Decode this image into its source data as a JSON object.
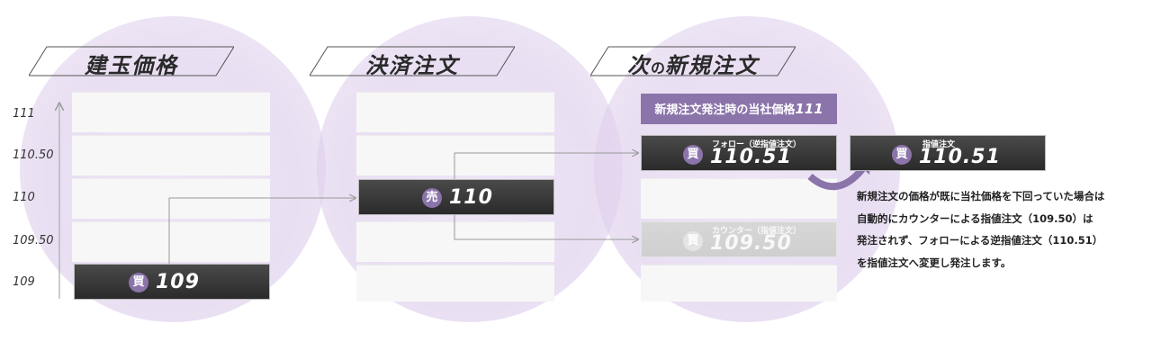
{
  "sections": [
    {
      "title": "建玉価格"
    },
    {
      "title_prefix": "次",
      "title_particle": "の",
      "title_suffix": "新規注文"
    },
    {
      "title": "決済注文"
    }
  ],
  "y_axis": {
    "ticks": [
      "111",
      "110.50",
      "110",
      "109.50",
      "109"
    ]
  },
  "orders": {
    "position": {
      "badge": "買",
      "price": "109"
    },
    "settle": {
      "badge": "売",
      "price": "110"
    },
    "follow": {
      "badge": "買",
      "label": "フォロー（逆指値注文）",
      "price": "110.51"
    },
    "counter": {
      "badge": "買",
      "label": "カウンター（指値注文）",
      "price": "109.50"
    },
    "limit": {
      "badge": "買",
      "label": "指値注文",
      "price": "110.51"
    }
  },
  "current_price": {
    "text": "新規注文発注時の当社価格",
    "value": "111"
  },
  "note_lines": [
    "新規注文の価格が既に当社価格を下回っていた場合は",
    "自動的にカウンターによる指値注文（109.50）は",
    "発注されず、フォローによる逆指値注文（110.51）",
    "を指値注文へ変更し発注します。"
  ],
  "colors": {
    "accent": "#8b74aa",
    "bar_dark": "#333333",
    "bar_light": "#d4d4d4"
  }
}
